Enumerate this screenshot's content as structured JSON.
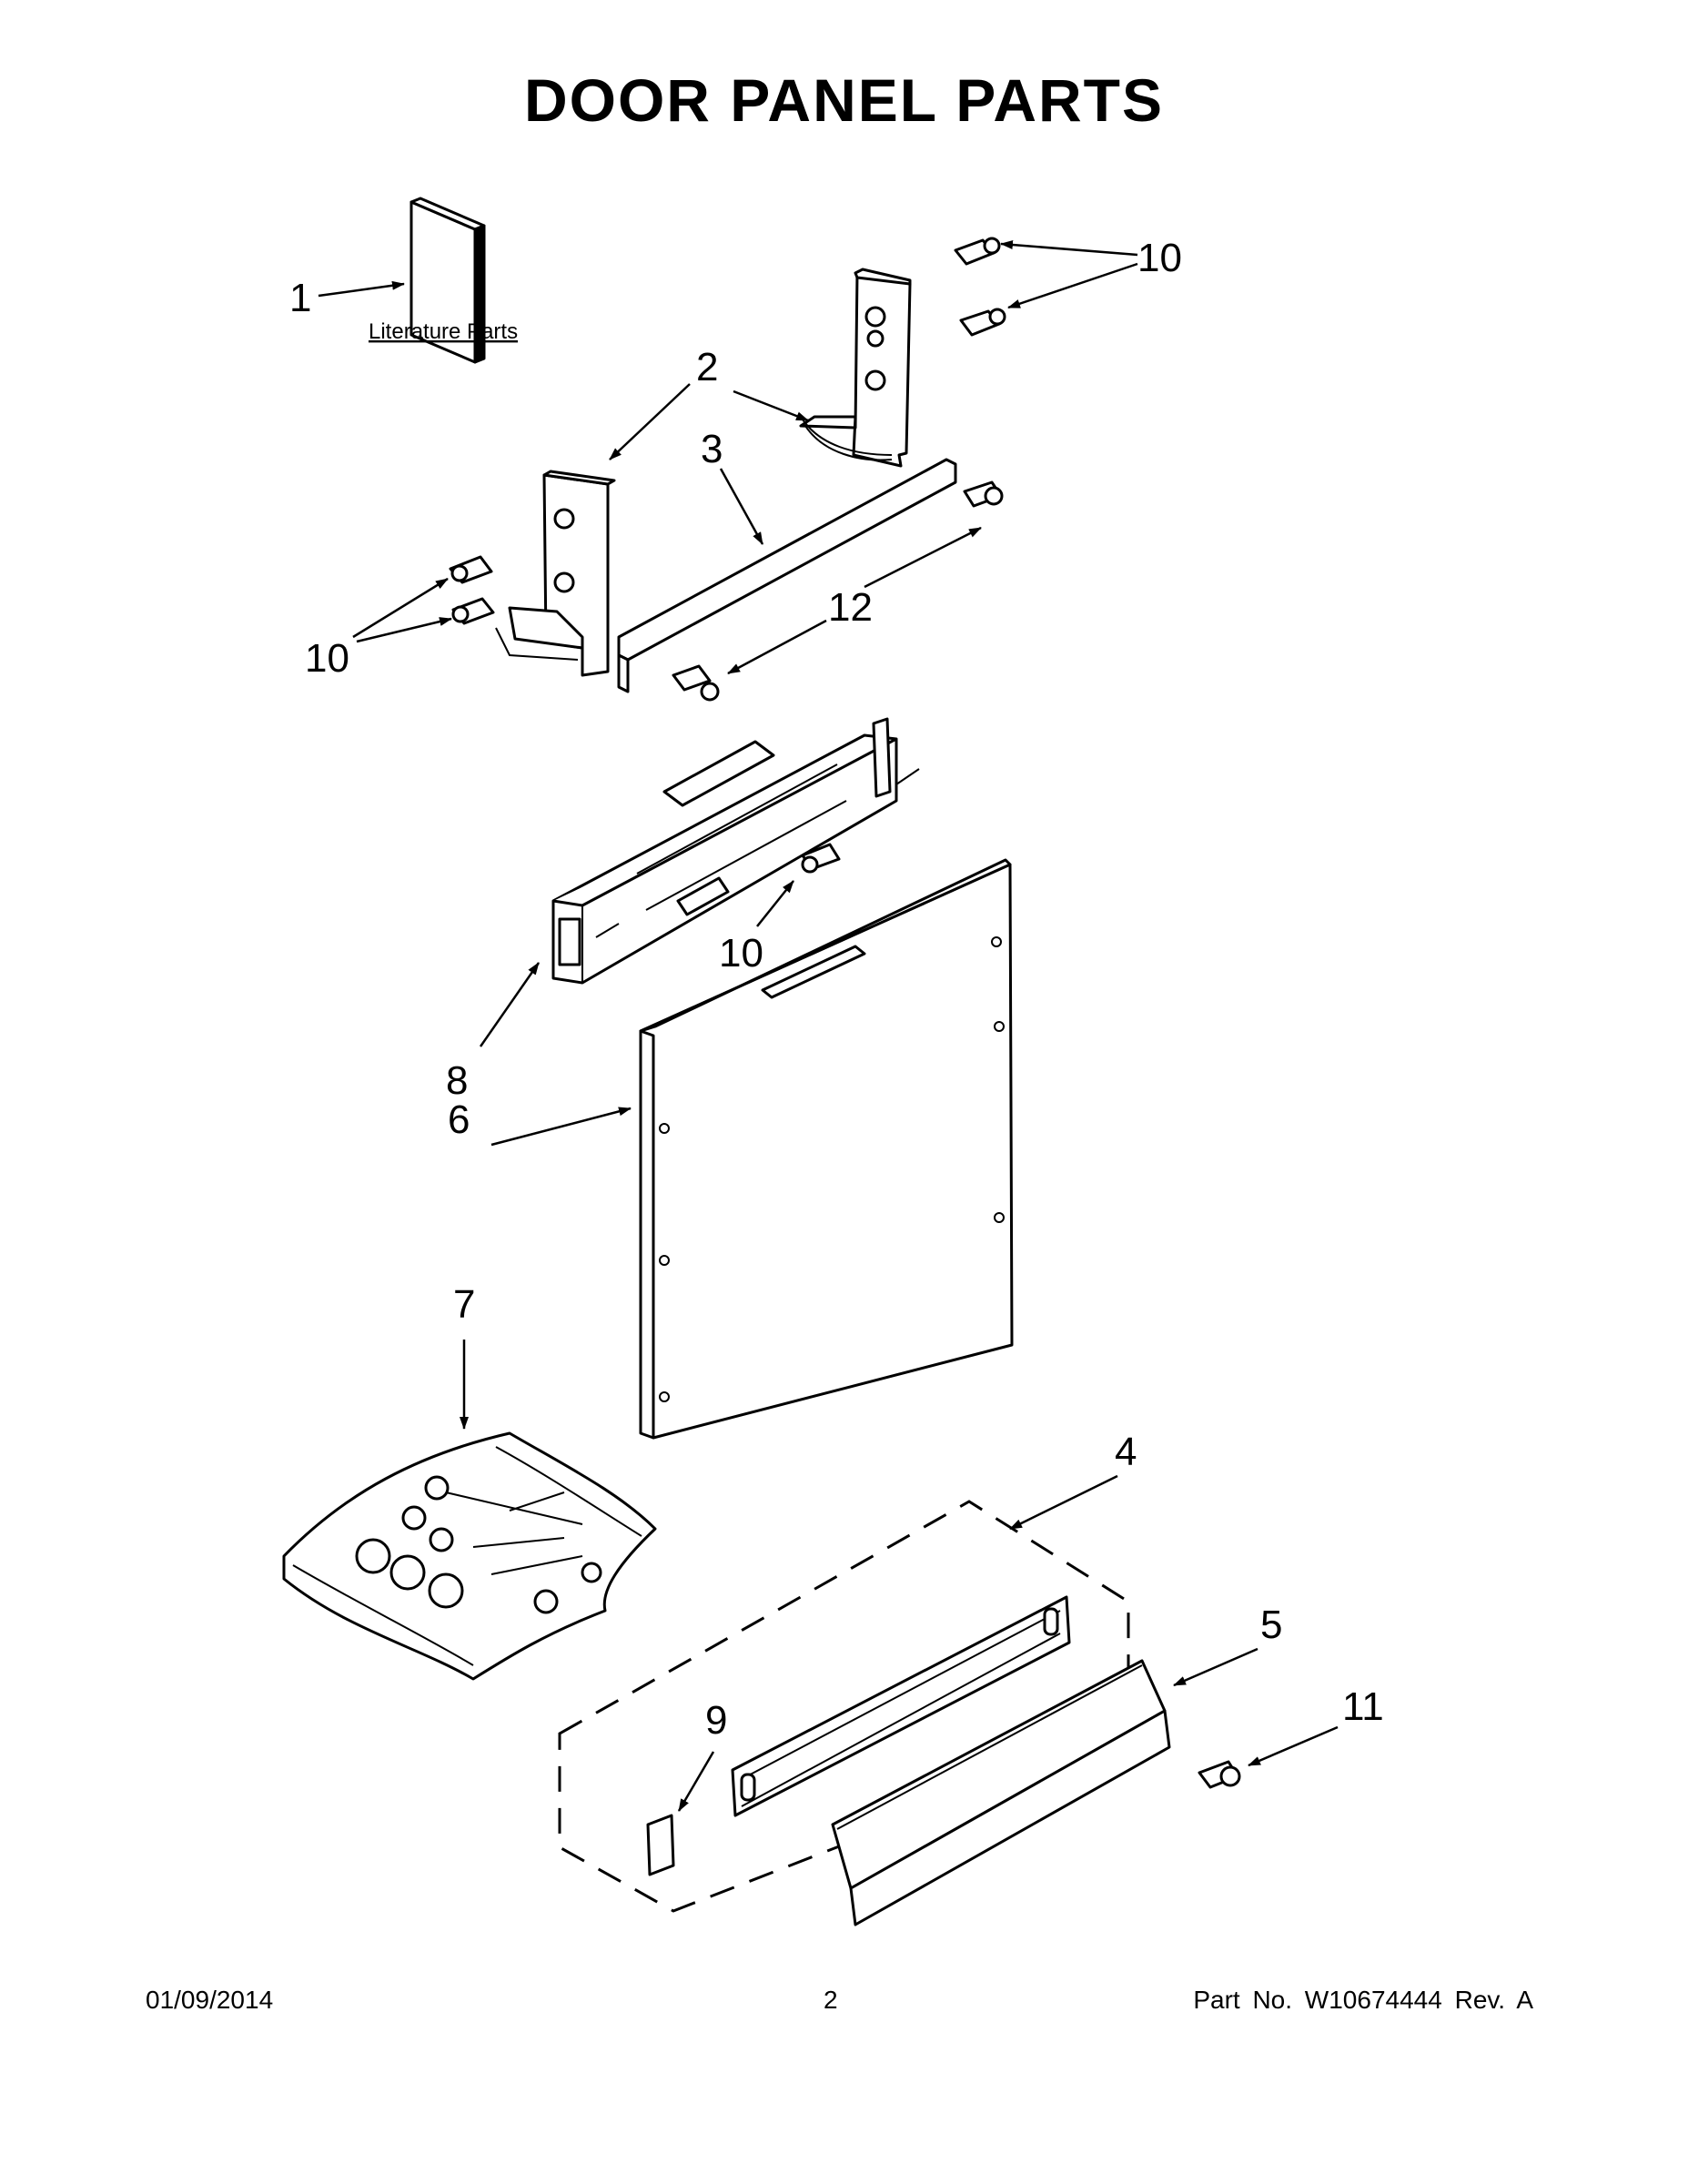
{
  "title": "DOOR PANEL PARTS",
  "literature_label": "Literature Parts",
  "callouts": {
    "c1": "1",
    "c2": "2",
    "c3": "3",
    "c4": "4",
    "c5": "5",
    "c6": "6",
    "c7": "7",
    "c8": "8",
    "c9": "9",
    "c10a": "10",
    "c10b": "10",
    "c10c": "10",
    "c11": "11",
    "c12": "12"
  },
  "footer": {
    "date": "01/09/2014",
    "page": "2",
    "part_no": "Part No.  W10674444  Rev.  A"
  }
}
